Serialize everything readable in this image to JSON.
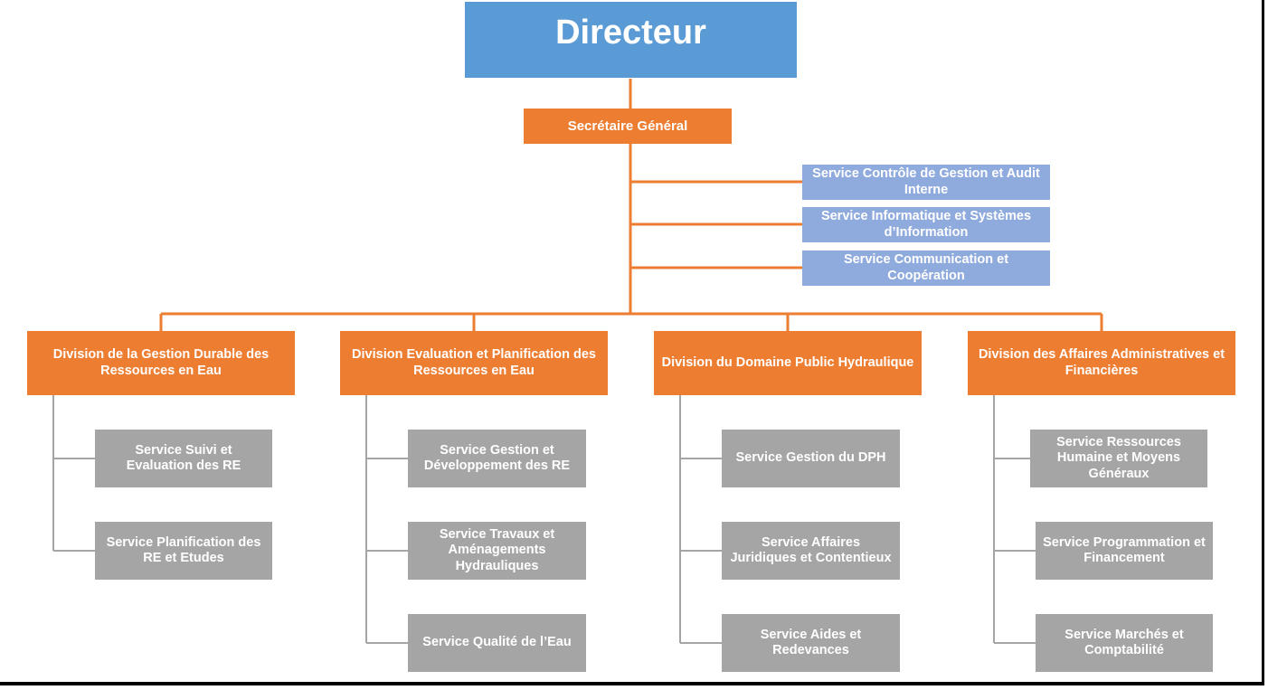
{
  "director": "Directeur",
  "secretary": "Secrétaire Général",
  "staff_services": [
    "Service Contrôle de Gestion et Audit Interne",
    "Service Informatique et Systèmes d’Information",
    "Service Communication et Coopération"
  ],
  "divisions": [
    {
      "name": "Division de la Gestion Durable des Ressources en Eau",
      "services": [
        "Service Suivi et Evaluation des RE",
        "Service Planification des RE et Etudes"
      ]
    },
    {
      "name": "Division Evaluation et Planification des Ressources en Eau",
      "services": [
        "Service Gestion et Développement des RE",
        "Service Travaux et Aménagements Hydrauliques",
        "Service Qualité de l’Eau"
      ]
    },
    {
      "name": "Division du Domaine Public Hydraulique",
      "services": [
        "Service Gestion du DPH",
        "Service Affaires Juridiques et Contentieux",
        "Service Aides et Redevances"
      ]
    },
    {
      "name": "Division des Affaires Administratives et Financières",
      "services": [
        "Service Ressources Humaine et Moyens Généraux",
        "Service Programmation et Financement",
        "Service Marchés et Comptabilité"
      ]
    }
  ],
  "colors": {
    "director": "#5b9bd5",
    "orange": "#ed7d31",
    "staff": "#8faadc",
    "service": "#a5a5a5",
    "connector_gray": "#a5a5a5"
  }
}
